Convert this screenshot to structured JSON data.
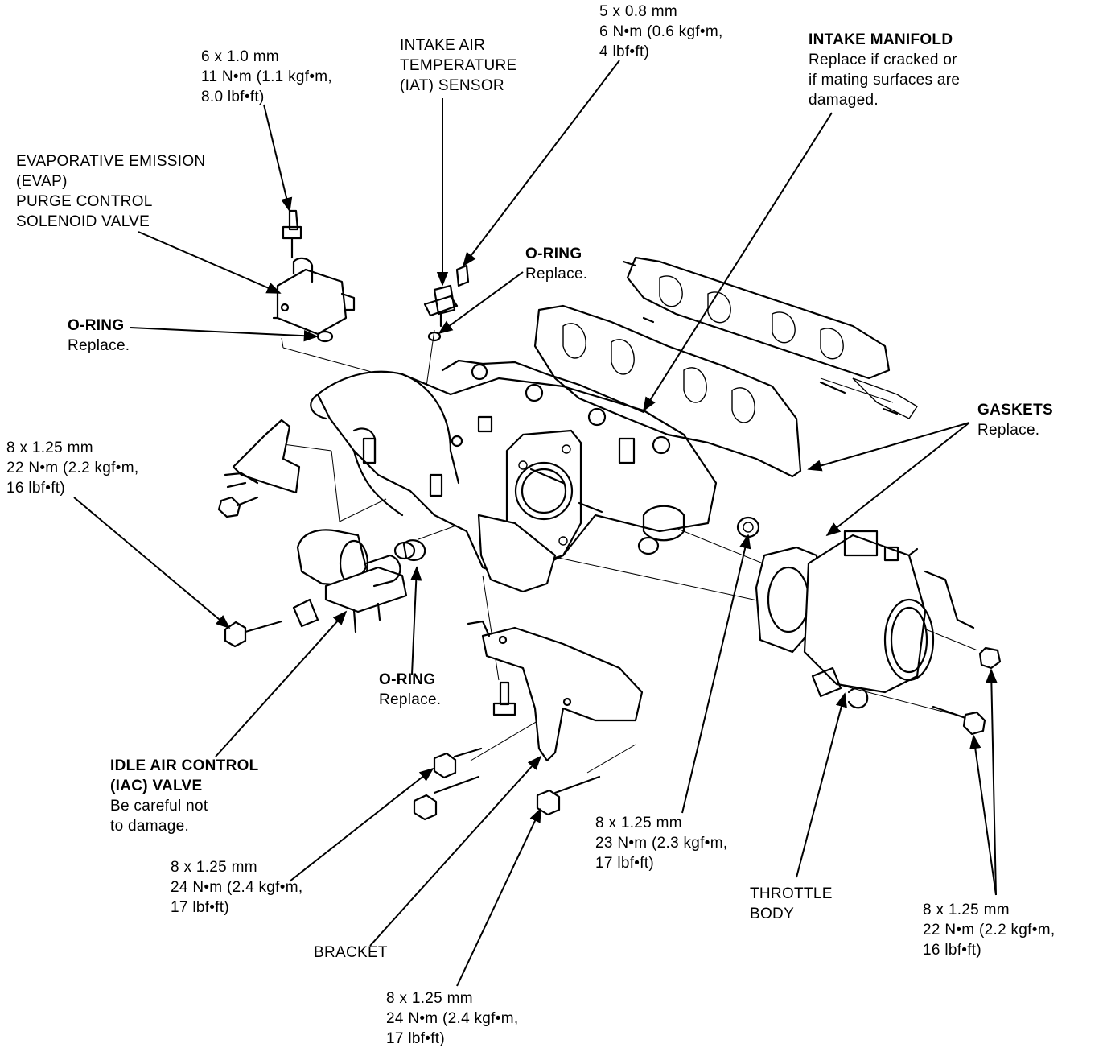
{
  "labels": {
    "evap_fastener": {
      "lines": [
        "6 x 1.0 mm",
        "11 N•m (1.1 kgf•m,",
        "8.0 lbf•ft)"
      ]
    },
    "evap_valve": {
      "lines": [
        "EVAPORATIVE EMISSION",
        "(EVAP)",
        "PURGE CONTROL",
        "SOLENOID VALVE"
      ]
    },
    "iat_sensor": {
      "lines": [
        "INTAKE AIR",
        "TEMPERATURE",
        "(IAT) SENSOR"
      ]
    },
    "iat_fastener": {
      "lines": [
        "5 x 0.8 mm",
        "6 N•m (0.6 kgf•m,",
        "4 lbf•ft)"
      ]
    },
    "intake_manifold": {
      "title": "INTAKE MANIFOLD",
      "lines": [
        "Replace if cracked or",
        "if mating surfaces are",
        "damaged."
      ]
    },
    "oring_top": {
      "title": "O-RING",
      "note": "Replace."
    },
    "oring_left": {
      "title": "O-RING",
      "note": "Replace."
    },
    "gaskets": {
      "title": "GASKETS",
      "note": "Replace."
    },
    "bracket_fastener_left": {
      "lines": [
        "8 x 1.25 mm",
        "22 N•m (2.2 kgf•m,",
        "16 lbf•ft)"
      ]
    },
    "oring_bottom": {
      "title": "O-RING",
      "note": "Replace."
    },
    "iac_valve": {
      "lines": [
        "IDLE AIR CONTROL",
        "(IAC) VALVE"
      ],
      "notes": [
        "Be careful not",
        "to damage."
      ]
    },
    "iac_fastener": {
      "lines": [
        "8 x 1.25 mm",
        "24 N•m (2.4 kgf•m,",
        "17 lbf•ft)"
      ]
    },
    "bracket": {
      "title": "BRACKET"
    },
    "bracket_fastener_bottom": {
      "lines": [
        "8 x 1.25 mm",
        "24 N•m (2.4 kgf•m,",
        "17 lbf•ft)"
      ]
    },
    "tb_nut_fastener": {
      "lines": [
        "8 x 1.25 mm",
        "23 N•m (2.3 kgf•m,",
        "17 lbf•ft)"
      ]
    },
    "throttle_body": {
      "lines": [
        "THROTTLE",
        "BODY"
      ]
    },
    "tb_bolt_fastener": {
      "lines": [
        "8 x 1.25 mm",
        "22 N•m (2.2 kgf•m,",
        "16 lbf•ft)"
      ]
    }
  }
}
